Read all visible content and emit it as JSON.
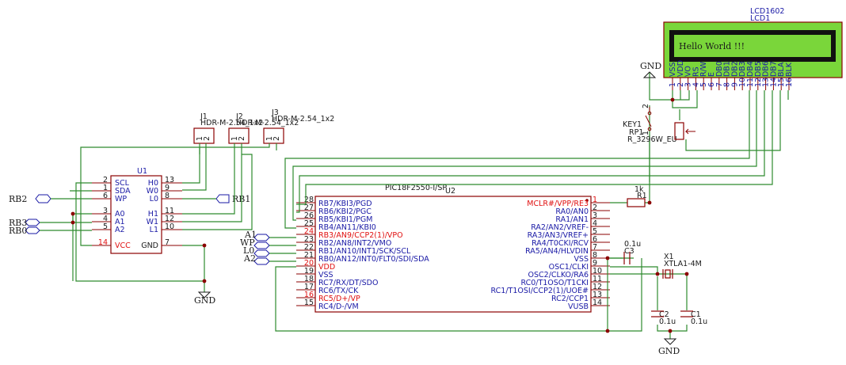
{
  "lcd": {
    "ref": "LCD1",
    "value": "LCD1602",
    "screen_text": "Hello World !!!",
    "pins": [
      {
        "num": "1",
        "name": "VSS"
      },
      {
        "num": "2",
        "name": "VDD"
      },
      {
        "num": "3",
        "name": "VO"
      },
      {
        "num": "4",
        "name": "RS"
      },
      {
        "num": "5",
        "name": "R/W"
      },
      {
        "num": "6",
        "name": "E"
      },
      {
        "num": "7",
        "name": "DB0"
      },
      {
        "num": "8",
        "name": "DB1"
      },
      {
        "num": "9",
        "name": "DB2"
      },
      {
        "num": "10",
        "name": "DB3"
      },
      {
        "num": "11",
        "name": "DB4"
      },
      {
        "num": "12",
        "name": "DB5"
      },
      {
        "num": "13",
        "name": "DB6"
      },
      {
        "num": "14",
        "name": "DB7"
      },
      {
        "num": "15",
        "name": "BLA"
      },
      {
        "num": "16",
        "name": "BLK"
      }
    ]
  },
  "u1": {
    "ref": "U1",
    "left_pins": [
      {
        "num": "2",
        "name": "SCL",
        "num_red": false
      },
      {
        "num": "1",
        "name": "SDA",
        "num_red": false
      },
      {
        "num": "6",
        "name": "WP",
        "num_red": false
      },
      {
        "num": "3",
        "name": "A0",
        "num_red": false
      },
      {
        "num": "4",
        "name": "A1",
        "num_red": false
      },
      {
        "num": "5",
        "name": "A2",
        "num_red": false
      },
      {
        "num": "14",
        "name": "VCC",
        "num_red": true
      }
    ],
    "right_pins": [
      {
        "num": "13",
        "name": "H0"
      },
      {
        "num": "9",
        "name": "W0"
      },
      {
        "num": "8",
        "name": "L0"
      },
      {
        "num": "11",
        "name": "H1"
      },
      {
        "num": "12",
        "name": "W1"
      },
      {
        "num": "10",
        "name": "L1"
      },
      {
        "num": "7",
        "name": "GND"
      }
    ]
  },
  "headers": [
    {
      "ref": "J1",
      "value": "HDR-M-2.54_1x2"
    },
    {
      "ref": "J2",
      "value": "HDR-M-2.54_1x2"
    },
    {
      "ref": "J3",
      "value": "HDR-M-2.54_1x2"
    }
  ],
  "header_pin_labels": [
    "1",
    "2"
  ],
  "u2": {
    "ref": "U2",
    "value": "PIC18F2550-I/SP",
    "left_pins": [
      {
        "num": "28",
        "name": "RB7/KBI3/PGD",
        "red": false
      },
      {
        "num": "27",
        "name": "RB6/KBI2/PGC",
        "red": false
      },
      {
        "num": "26",
        "name": "RB5/KBI1/PGM",
        "red": false
      },
      {
        "num": "25",
        "name": "RB4/AN11/KBI0",
        "red": false
      },
      {
        "num": "24",
        "name": "RB3/AN9/CCP2(1)/VPO",
        "red": true
      },
      {
        "num": "23",
        "name": "RB2/AN8/INT2/VMO",
        "red": false
      },
      {
        "num": "22",
        "name": "RB1/AN10/INT1/SCK/SCL",
        "red": false
      },
      {
        "num": "21",
        "name": "RB0/AN12/INT0/FLT0/SDI/SDA",
        "red": false
      },
      {
        "num": "20",
        "name": "VDD",
        "red": true
      },
      {
        "num": "19",
        "name": "VSS",
        "red": false
      },
      {
        "num": "18",
        "name": "RC7/RX/DT/SDO",
        "red": false
      },
      {
        "num": "17",
        "name": "RC6/TX/CK",
        "red": false
      },
      {
        "num": "16",
        "name": "RC5/D+/VP",
        "red": true
      },
      {
        "num": "15",
        "name": "RC4/D-/VM",
        "red": false
      }
    ],
    "right_pins": [
      {
        "num": "1",
        "name": "MCLR#/VPP/RE3",
        "red": true
      },
      {
        "num": "2",
        "name": "RA0/AN0",
        "red": false
      },
      {
        "num": "3",
        "name": "RA1/AN1",
        "red": false
      },
      {
        "num": "4",
        "name": "RA2/AN2/VREF-",
        "red": false
      },
      {
        "num": "5",
        "name": "RA3/AN3/VREF+",
        "red": false
      },
      {
        "num": "6",
        "name": "RA4/T0CKI/RCV",
        "red": false
      },
      {
        "num": "7",
        "name": "RA5/AN4/HLVDIN",
        "red": false
      },
      {
        "num": "8",
        "name": "VSS",
        "red": false
      },
      {
        "num": "9",
        "name": "OSC1/CLKI",
        "red": false
      },
      {
        "num": "10",
        "name": "OSC2/CLKO/RA6",
        "red": false
      },
      {
        "num": "11",
        "name": "RC0/T1OSO/T1CKI",
        "red": false
      },
      {
        "num": "12",
        "name": "RC1/T1OSI/CCP2(1)/UOE#",
        "red": false
      },
      {
        "num": "13",
        "name": "RC2/CCP1",
        "red": false
      },
      {
        "num": "14",
        "name": "VUSB",
        "red": false
      }
    ]
  },
  "nets": {
    "rb2": "RB2",
    "rb1": "RB1",
    "rb3": "RB3",
    "rb0": "RB0",
    "a1": "A1",
    "wp": "WP",
    "l0": "L0",
    "a2": "A2"
  },
  "gnd": "GND",
  "r1": {
    "ref": "R1",
    "value": "1k"
  },
  "key1": {
    "ref": "KEY1",
    "pins": [
      "2",
      "1"
    ]
  },
  "rp1": {
    "ref": "RP1",
    "value": "R_3296W_EU"
  },
  "c3": {
    "ref": "C3",
    "value": "0.1u"
  },
  "x1": {
    "ref": "X1",
    "value": "XTLA1-4M"
  },
  "c2": {
    "ref": "C2",
    "value": "0.1u"
  },
  "c1": {
    "ref": "C1",
    "value": "0.1u"
  },
  "colors": {
    "wire": "#2e8b2e",
    "body": "#8b0000",
    "text": "#1a1aa6",
    "pin_number_red": "#e01010",
    "lcd_bezel": "#7ad63a"
  }
}
